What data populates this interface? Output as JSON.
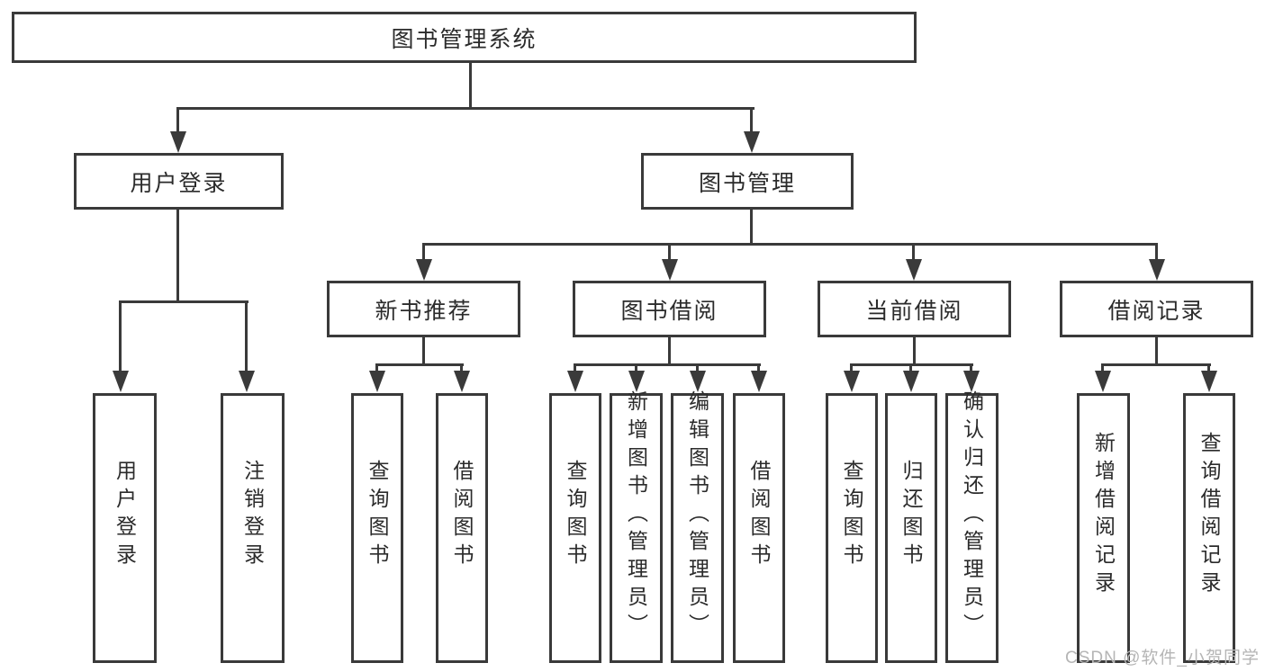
{
  "tree": {
    "root": {
      "label": "图书管理系统"
    },
    "branches": [
      {
        "label": "用户登录",
        "children": [
          {
            "label": "用户登录"
          },
          {
            "label": "注销登录"
          }
        ]
      },
      {
        "label": "图书管理",
        "children": [
          {
            "label": "新书推荐",
            "children": [
              {
                "label": "查询图书"
              },
              {
                "label": "借阅图书"
              }
            ]
          },
          {
            "label": "图书借阅",
            "children": [
              {
                "label": "查询图书"
              },
              {
                "label": "新增图书（管理员）"
              },
              {
                "label": "编辑图书（管理员）"
              },
              {
                "label": "借阅图书"
              }
            ]
          },
          {
            "label": "当前借阅",
            "children": [
              {
                "label": "查询图书"
              },
              {
                "label": "归还图书"
              },
              {
                "label": "确认归还（管理员）"
              }
            ]
          },
          {
            "label": "借阅记录",
            "children": [
              {
                "label": "新增借阅记录"
              },
              {
                "label": "查询借阅记录"
              }
            ]
          }
        ]
      }
    ]
  },
  "watermark": "CSDN @软件_小贺同学",
  "colors": {
    "line": "#3a3a3a",
    "text": "#2b2b2b",
    "watermark": "#b5b5b5",
    "background": "#ffffff"
  }
}
